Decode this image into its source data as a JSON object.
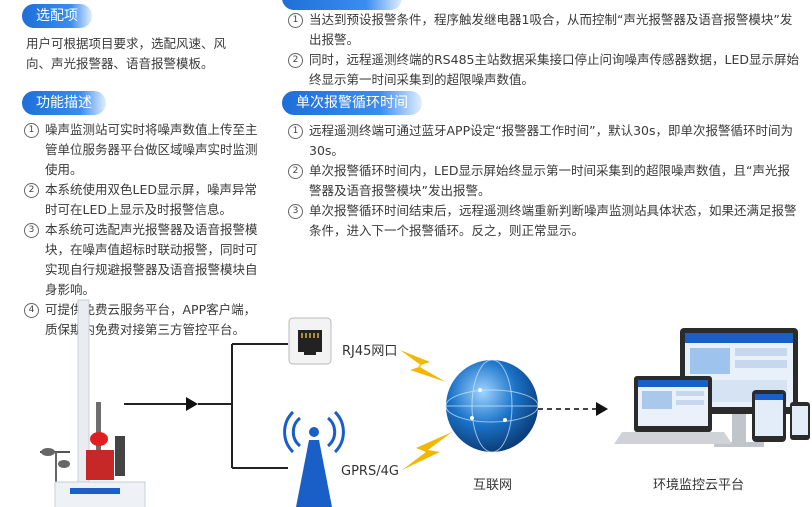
{
  "left": {
    "select_title": "选配项",
    "select_text": "用户可根据项目要求，选配风速、风向、声光报警器、语音报警模板。",
    "func_title": "功能描述",
    "func_items": [
      {
        "num": "1",
        "text": "噪声监测站可实时将噪声数值上传至主管单位服务器平台做区域噪声实时监测使用。"
      },
      {
        "num": "2",
        "text": "本系统使用双色LED显示屏，噪声异常时可在LED上显示及时报警信息。"
      },
      {
        "num": "3",
        "text": "本系统可选配声光报警器及语音报警模块，在噪声值超标时联动报警，同时可实现自行规避报警器及语音报警模块自身影响。"
      },
      {
        "num": "4",
        "text": "可提供免费云服务平台，APP客户端，质保期内免费对接第三方管控平台。"
      }
    ]
  },
  "right": {
    "top_items": [
      {
        "num": "1",
        "text": "当达到预设报警条件，程序触发继电器1吸合，从而控制“声光报警器及语音报警模块”发出报警。"
      },
      {
        "num": "2",
        "text": "同时，远程遥测终端的RS485主站数据采集接口停止问询噪声传感器数据，LED显示屏始终显示第一时间采集到的超限噪声数值。"
      }
    ],
    "single_title": "单次报警循环时间",
    "single_items": [
      {
        "num": "1",
        "text": "远程遥测终端可通过蓝牙APP设定“报警器工作时间”，默认30s，即单次报警循环时间为30s。"
      },
      {
        "num": "2",
        "text": "单次报警循环时间内，LED显示屏始终显示第一时间采集到的超限噪声数值，且“声光报警器及语音报警模块”发出报警。"
      },
      {
        "num": "3",
        "text": "单次报警循环时间结束后，远程遥测终端重新判断噪声监测站具体状态，如果还满足报警条件，进入下一个报警循环。反之，则正常显示。"
      }
    ]
  },
  "diagram": {
    "rj45_label": "RJ45网口",
    "gprs_label": "GPRS/4G",
    "internet_label": "互联网",
    "platform_label": "环境监控云平台"
  },
  "colors": {
    "pill": "#1e6ed8",
    "bolt": "#f2b705",
    "globe": "#1b73c9",
    "antenna": "#1a5fc8"
  }
}
